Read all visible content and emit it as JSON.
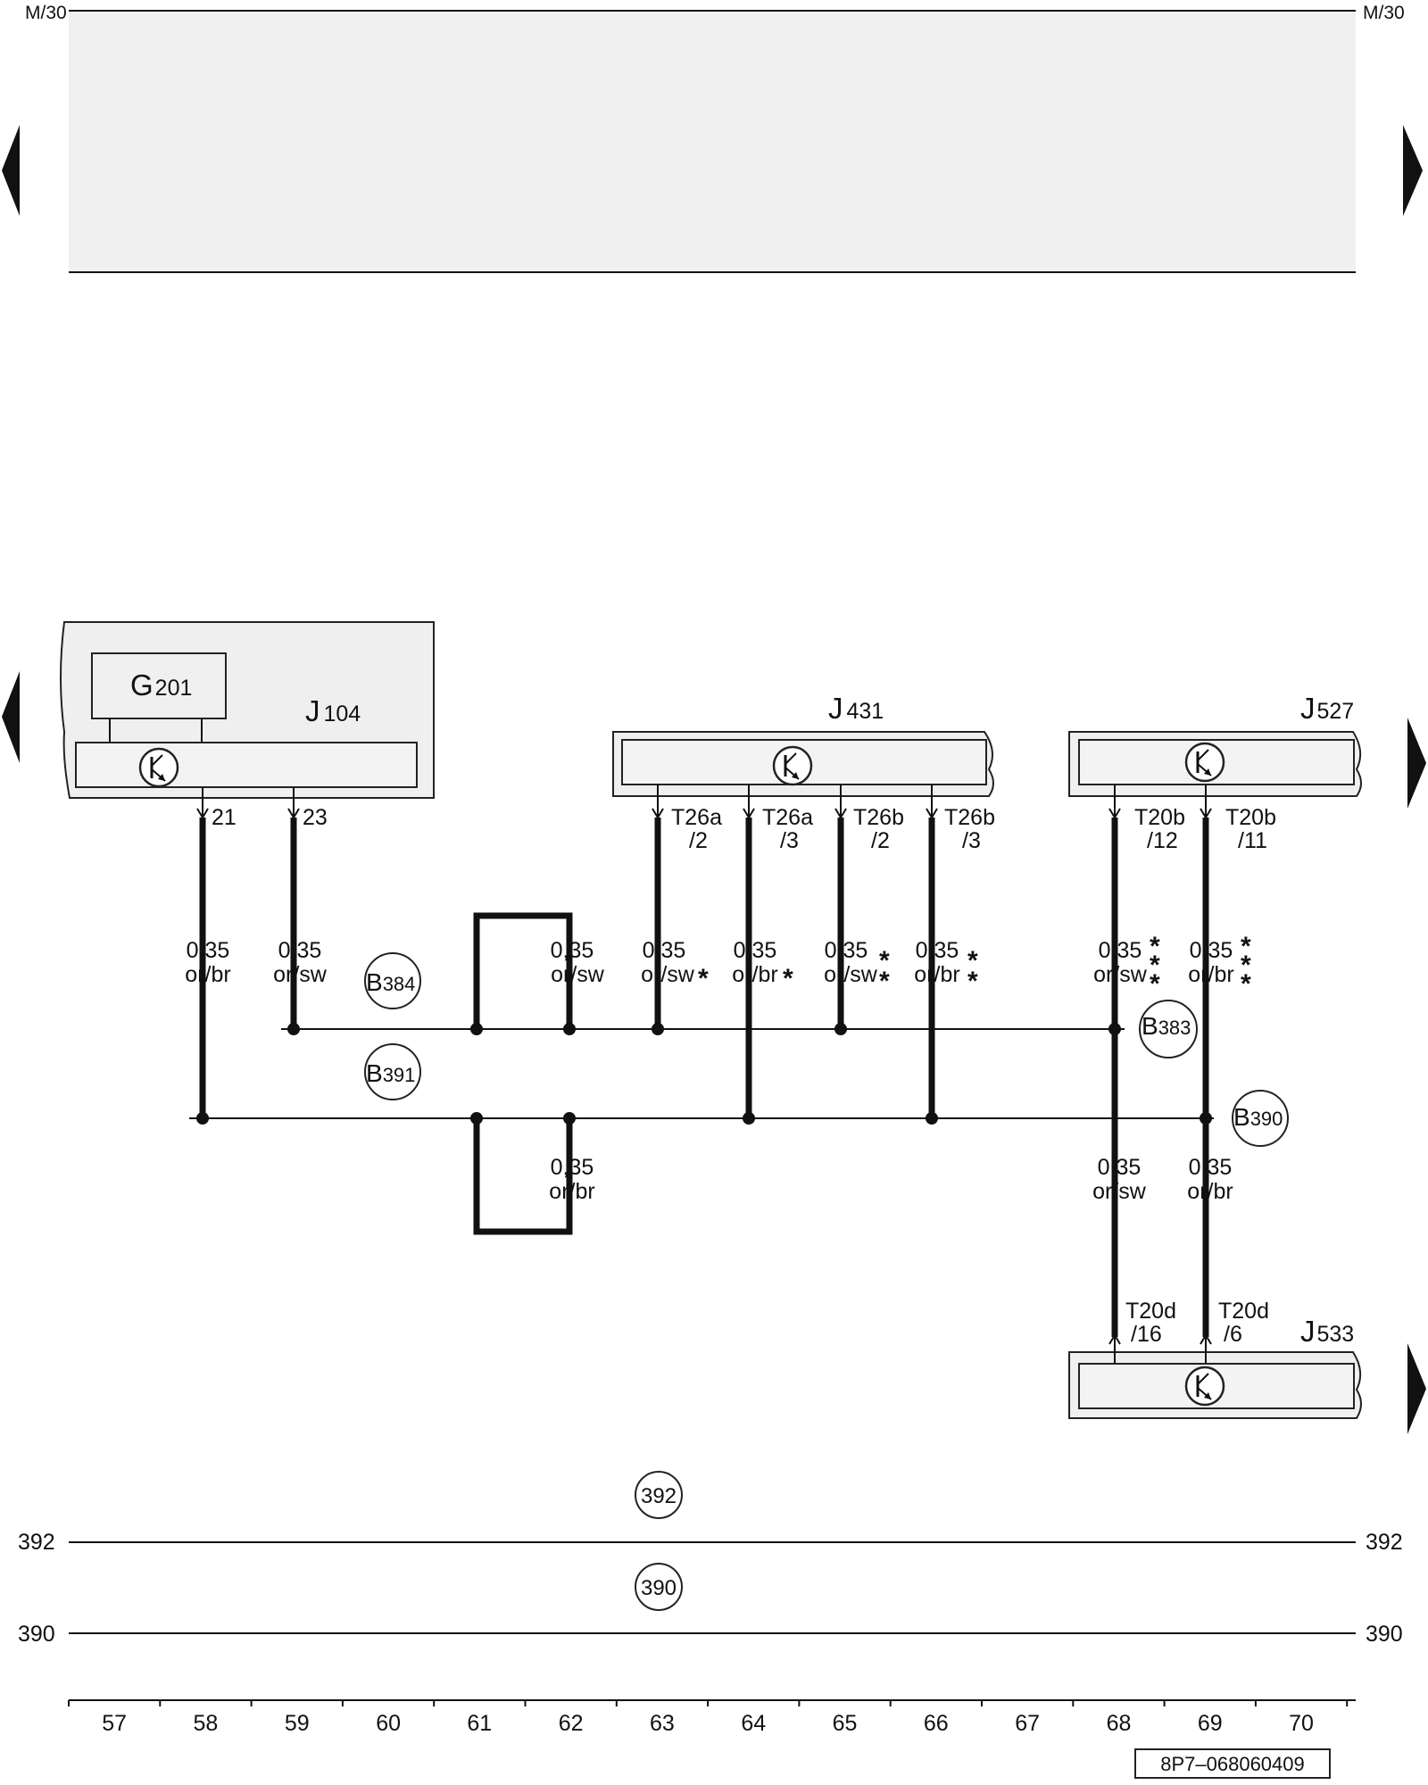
{
  "header": {
    "ref_left": "M/30",
    "ref_right": "M/30"
  },
  "components": {
    "g201": {
      "main": "G",
      "sub": "201"
    },
    "j104": {
      "main": "J",
      "sub": "104"
    },
    "j431": {
      "main": "J",
      "sub": "431"
    },
    "j527": {
      "main": "J",
      "sub": "527"
    },
    "j533": {
      "main": "J",
      "sub": "533"
    }
  },
  "pins": {
    "j104_21": "21",
    "j104_23": "23",
    "j431_t26a2": [
      "T26a",
      "/2"
    ],
    "j431_t26a3": [
      "T26a",
      "/3"
    ],
    "j431_t26b2": [
      "T26b",
      "/2"
    ],
    "j431_t26b3": [
      "T26b",
      "/3"
    ],
    "j527_t20b12": [
      "T20b",
      "/12"
    ],
    "j527_t20b11": [
      "T20b",
      "/11"
    ],
    "j533_t20d16": [
      "T20d",
      "/16"
    ],
    "j533_t20d6": [
      "T20d",
      "/6"
    ]
  },
  "wires": {
    "w58": [
      "0,35",
      "or/br"
    ],
    "w59": [
      "0,35",
      "or/sw"
    ],
    "w62_top": [
      "0,35",
      "or/sw"
    ],
    "w63": [
      "0,35",
      "or/sw"
    ],
    "w64": [
      "0,35",
      "or/br"
    ],
    "w65": [
      "0,35",
      "or/sw"
    ],
    "w66": [
      "0,35",
      "or/br"
    ],
    "w68_top": [
      "0,35",
      "or/sw"
    ],
    "w69_top": [
      "0,35",
      "or/br"
    ],
    "w62_bot": [
      "0,35",
      "or/br"
    ],
    "w68_bot": [
      "0,35",
      "or/sw"
    ],
    "w69_bot": [
      "0,35",
      "or/br"
    ]
  },
  "asterisk": "*",
  "splices": {
    "b384": {
      "main": "B",
      "sub": "384"
    },
    "b391": {
      "main": "B",
      "sub": "391"
    },
    "b383": {
      "main": "B",
      "sub": "383"
    },
    "b390": {
      "main": "B",
      "sub": "390"
    }
  },
  "ground_lines": {
    "c392": "392",
    "c390": "390",
    "l392_left": "392",
    "l392_right": "392",
    "l390_left": "390",
    "l390_right": "390"
  },
  "column_numbers": [
    "57",
    "58",
    "59",
    "60",
    "61",
    "62",
    "63",
    "64",
    "65",
    "66",
    "67",
    "68",
    "69",
    "70"
  ],
  "drawing_number": "8P7–068060409"
}
